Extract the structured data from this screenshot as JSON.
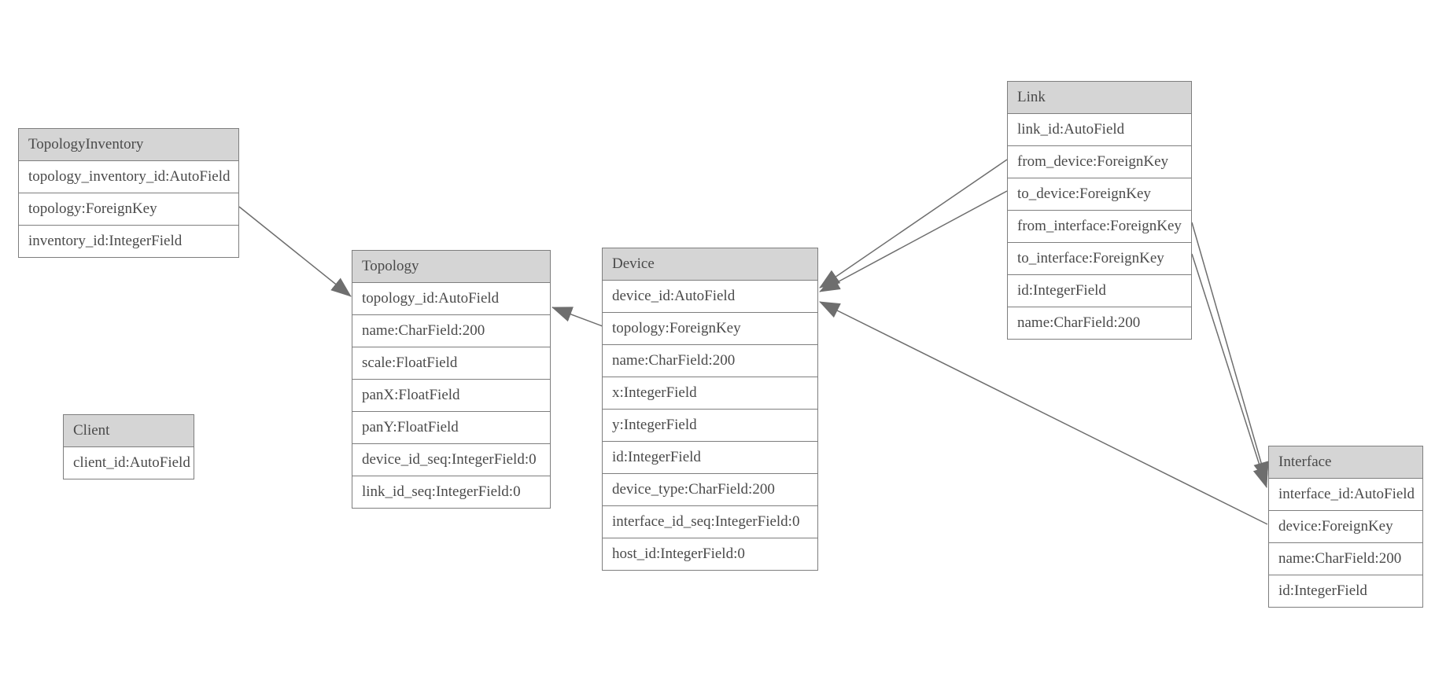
{
  "diagram": {
    "type": "entity-relationship-model",
    "background_color": "#ffffff",
    "colors": {
      "header_fill": "#d5d5d5",
      "box_border": "#7e7e7e",
      "text": "#4a4a4a",
      "connector": "#6e6e6e",
      "arrowhead_fill": "#6e6e6e"
    },
    "entities": {
      "topology_inventory": {
        "title": "TopologyInventory",
        "fields": [
          "topology_inventory_id:AutoField",
          "topology:ForeignKey",
          "inventory_id:IntegerField"
        ]
      },
      "topology": {
        "title": "Topology",
        "fields": [
          "topology_id:AutoField",
          "name:CharField:200",
          "scale:FloatField",
          "panX:FloatField",
          "panY:FloatField",
          "device_id_seq:IntegerField:0",
          "link_id_seq:IntegerField:0"
        ]
      },
      "client": {
        "title": "Client",
        "fields": [
          "client_id:AutoField"
        ]
      },
      "device": {
        "title": "Device",
        "fields": [
          "device_id:AutoField",
          "topology:ForeignKey",
          "name:CharField:200",
          "x:IntegerField",
          "y:IntegerField",
          "id:IntegerField",
          "device_type:CharField:200",
          "interface_id_seq:IntegerField:0",
          "host_id:IntegerField:0"
        ]
      },
      "link": {
        "title": "Link",
        "fields": [
          "link_id:AutoField",
          "from_device:ForeignKey",
          "to_device:ForeignKey",
          "from_interface:ForeignKey",
          "to_interface:ForeignKey",
          "id:IntegerField",
          "name:CharField:200"
        ]
      },
      "interface": {
        "title": "Interface",
        "fields": [
          "interface_id:AutoField",
          "device:ForeignKey",
          "name:CharField:200",
          "id:IntegerField"
        ]
      }
    },
    "relations": [
      {
        "from": "TopologyInventory.topology",
        "to": "Topology.topology_id"
      },
      {
        "from": "Device.topology",
        "to": "Topology.topology_id"
      },
      {
        "from": "Link.from_device",
        "to": "Device.device_id"
      },
      {
        "from": "Link.to_device",
        "to": "Device.device_id"
      },
      {
        "from": "Link.from_interface",
        "to": "Interface.interface_id"
      },
      {
        "from": "Link.to_interface",
        "to": "Interface.interface_id"
      },
      {
        "from": "Interface.device",
        "to": "Device.device_id"
      }
    ]
  }
}
